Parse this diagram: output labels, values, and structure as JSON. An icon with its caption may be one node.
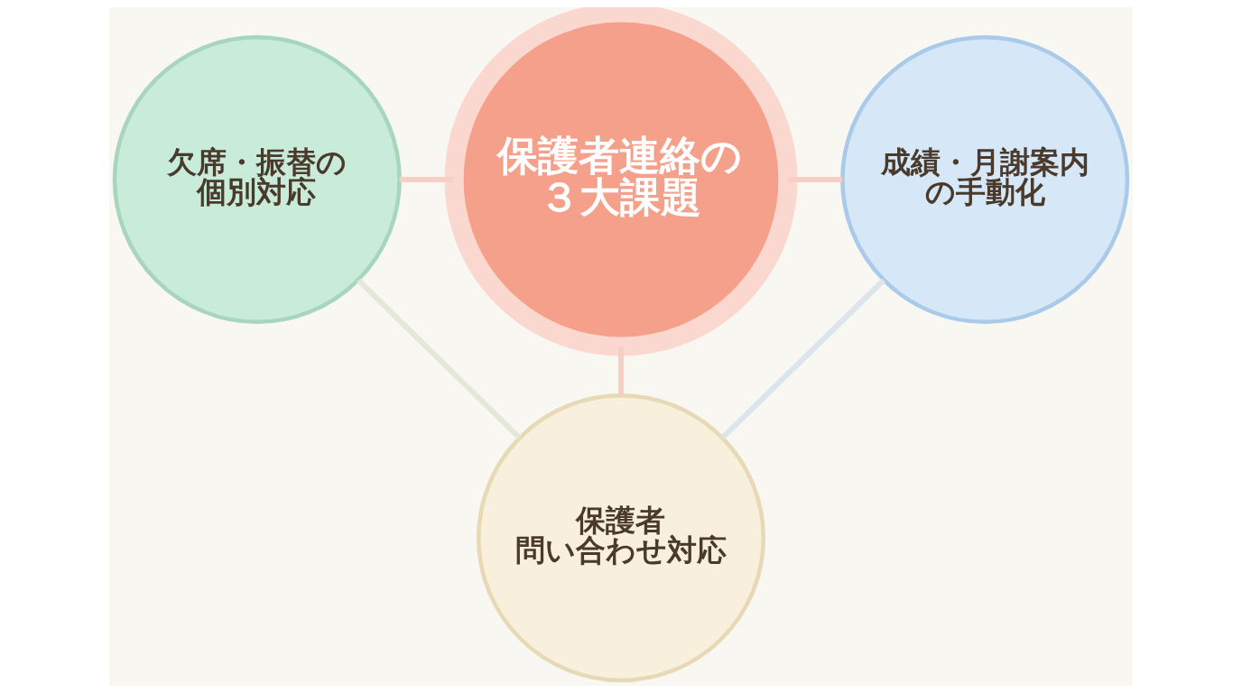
{
  "diagram": {
    "nodes": [
      {
        "text": [
          "欠席・振替の個別対応"
        ]
      },
      {
        "text": [
          "保護者連絡の３大課題"
        ]
      },
      {
        "text": [
          "成績・月謝案内の手動化"
        ]
      },
      {
        "text": [
          "保護者問い合わせ対応"
        ]
      }
    ],
    "edges": [
      {
        "from": 0,
        "to": 1,
        "arrow": "none"
      },
      {
        "from": 1,
        "to": 2,
        "arrow": "none"
      },
      {
        "from": 1,
        "to": 3,
        "arrow": "none"
      },
      {
        "from": 0,
        "to": 3,
        "arrow": "none",
        "color": "#e3e8d8"
      },
      {
        "from": 2,
        "to": 3,
        "arrow": "none",
        "color": "#dce5ea"
      }
    ]
  }
}
